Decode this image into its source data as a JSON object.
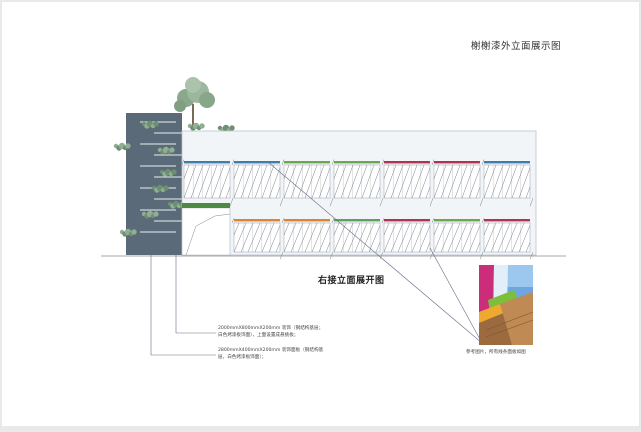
{
  "title": "榭榭漆外立面展示图",
  "caption": "右接立面展开图",
  "annotations": [
    {
      "line1": "2000mmX800mmX200mm 装饰（钢结构基层；",
      "line2": "白色烤漆板饰面），上面设置成悬挑板；"
    },
    {
      "line1": "2800mmX400mmX200mm 装饰面板（钢结构基",
      "line2": "层，白色烤漆板饰面）；"
    }
  ],
  "photo_caption": "参考图片，所有线条面板如图",
  "colors": {
    "band_upper": [
      "#3d7fa6",
      "#3d7fa6",
      "#6aa84f",
      "#6aa84f",
      "#b0344f",
      "#b0344f",
      "#3d7fa6"
    ],
    "band_lower": [
      "#4f8a43",
      "#d9862e",
      "#d9862e",
      "#5ba35a",
      "#b0344f",
      "#6aa84f",
      "#b0344f"
    ],
    "stair": "#5a6a78",
    "canopy": "#4f8a43"
  }
}
